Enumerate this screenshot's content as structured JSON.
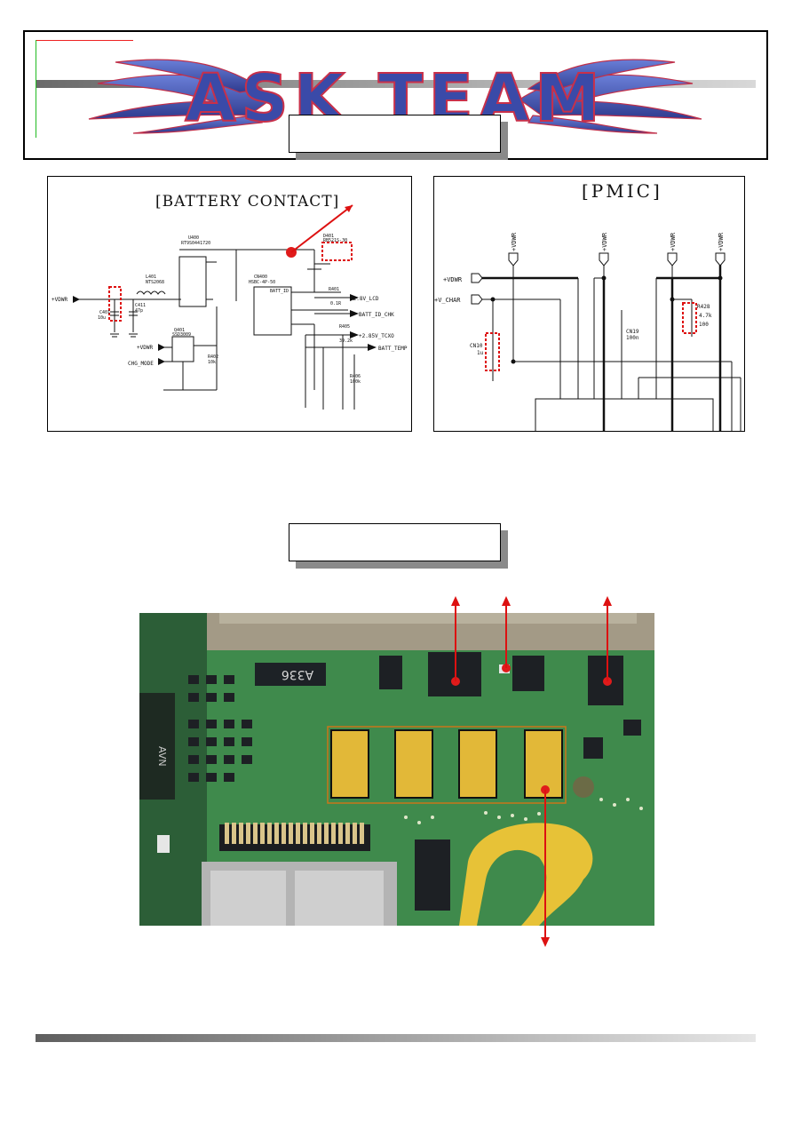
{
  "header": {
    "logo_text": "ASK TEAM",
    "title_box_1_text": "",
    "title_box_2_text": ""
  },
  "battery_contact": {
    "title": "[BATTERY CONTACT]",
    "labels": {
      "u400": "U400",
      "u400_part": "RT9S0441720",
      "d401": "D401",
      "d401_part": "RB521S-30",
      "l401": "L401",
      "l401_val": "NTS2068",
      "cn400": "CN400",
      "cn400_part": "HSBC-4P-50",
      "batt_id": "BATT_ID",
      "vdwr_in": "+VDWR",
      "vdwr_2": "+VDWR",
      "chg_mode": "CHG_MODE",
      "q401": "Q401",
      "q401_part": "SSD3009",
      "c401": "C401",
      "c401_val": "10u",
      "c411": "C411",
      "c411_val": "47p",
      "r401": "R401",
      "r401_val": "0.1R",
      "r405": "R405",
      "r405_val": "39.2k",
      "r406": "R406",
      "r406_val": "100k",
      "r402": "R402",
      "r402_val": "10k",
      "out_28v_lcd": "+2.8V_LCD",
      "out_batt_id_chk": "BATT_ID_CHK",
      "out_285v_tcxo": "+2.85V_TCXO",
      "out_batt_temp": "BATT_TEMP"
    }
  },
  "pmic": {
    "title": "[PMIC]",
    "labels": {
      "vdwr_top_1": "+VDWR",
      "vdwr_top_2": "+VDWR",
      "vdwr_top_3": "+VDWR",
      "vdwr_top_4": "+VDWR",
      "vdwr_left": "+VDWR",
      "v_char": "+V_CHAR",
      "cn10": "CN10",
      "cn10_val": "1u",
      "cn19": "CN19",
      "cn19_val": "100n",
      "r428": "R428",
      "r428_val1": "4.7k",
      "r428_val2": "100"
    }
  },
  "photo": {
    "chip_marking": "A336",
    "chip_marking_left": "AVN"
  },
  "colors": {
    "accent_red": "#dd1111",
    "highlight_orange": "#c8761a",
    "pcb_green": "#3d8a4a",
    "pad_gold": "#e2b838"
  }
}
